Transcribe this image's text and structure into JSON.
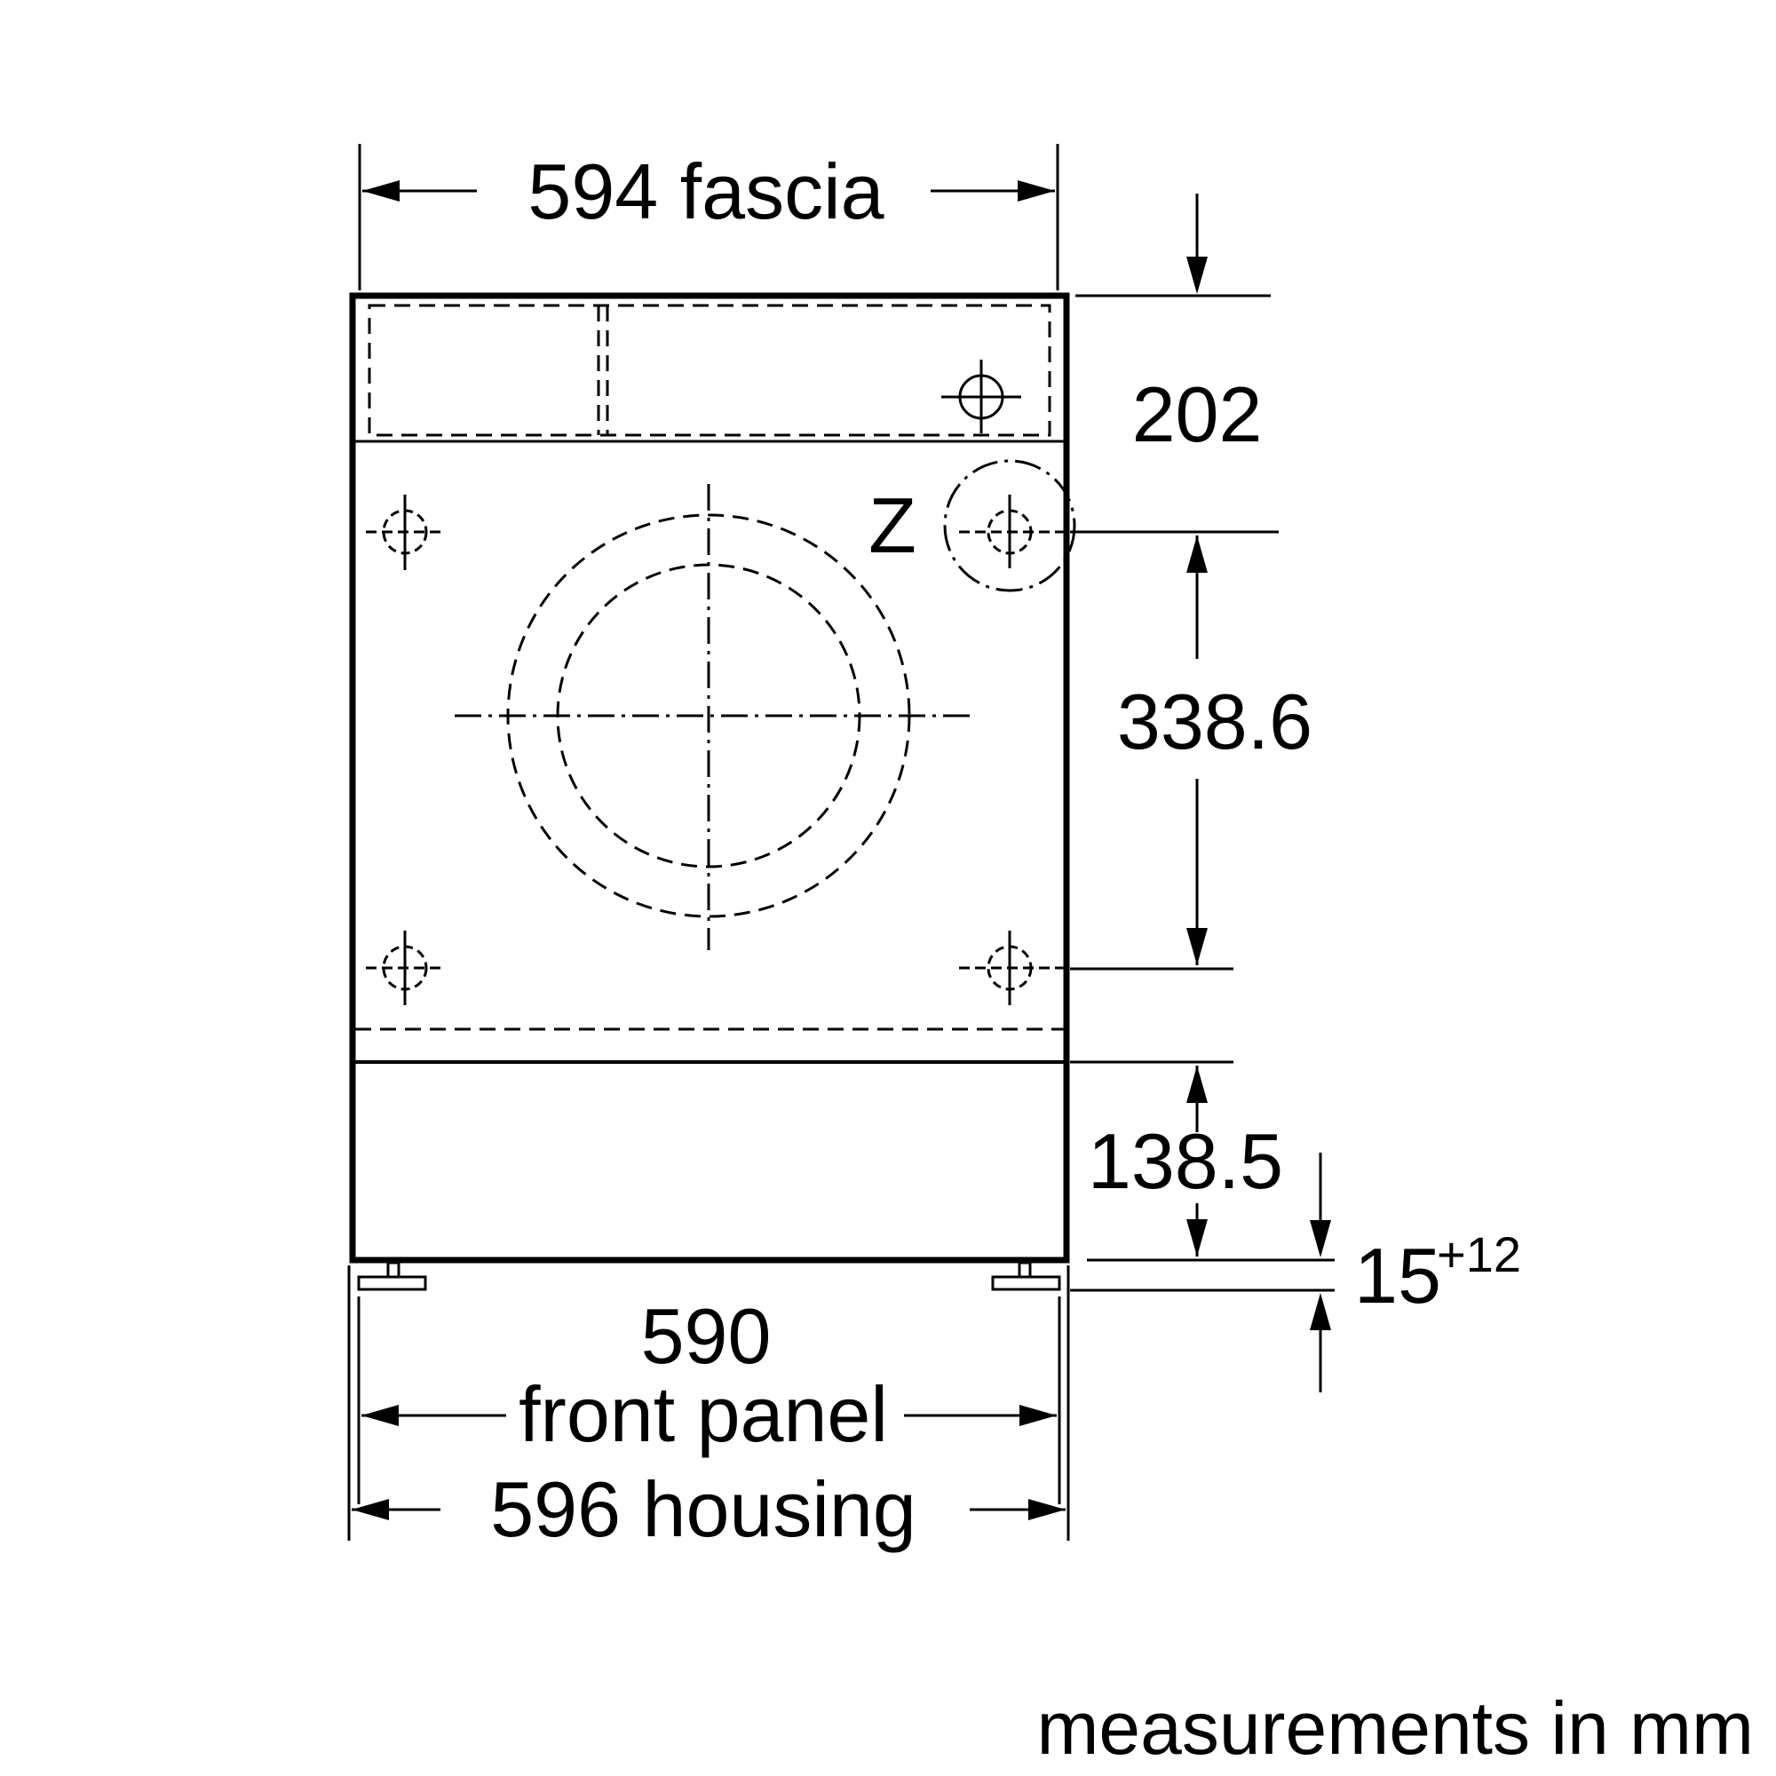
{
  "dimensions": {
    "fascia_width": "594 fascia",
    "top_height": "202",
    "door_axis_height": "338.6",
    "plinth_height": "138.5",
    "gap_value": "15",
    "gap_tolerance": "+12",
    "front_panel_width_value": "590",
    "front_panel_width_label": "front panel",
    "housing_width": "596 housing"
  },
  "labels": {
    "detail_marker": "Z"
  },
  "footer": {
    "units_note": "measurements in mm"
  }
}
